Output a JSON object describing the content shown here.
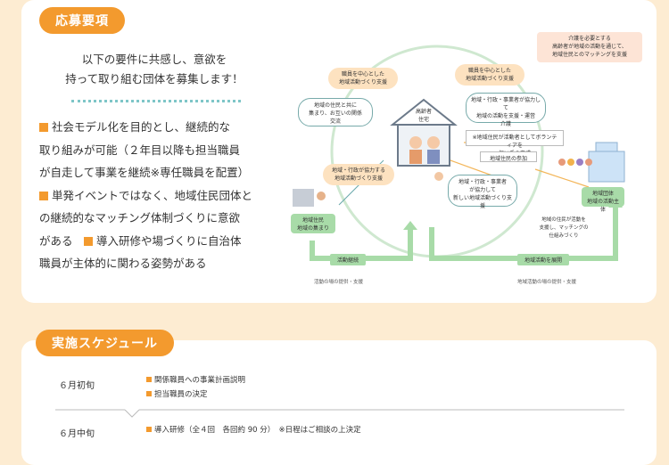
{
  "section1": {
    "heading": "応募要項",
    "intro_line1": "以下の要件に共感し、意欲を",
    "intro_line2": "持って取り組む団体を募集します！",
    "requirements": [
      "社会モデル化を目的とし、継続的な",
      "取り組みが可能（２年目以降も担当職員",
      "が自走して事業を継続※専任職員を配置）",
      "単発イベントではなく、地域住民団体と",
      "の継続的なマッチング体制づくりに意欲",
      "がある",
      "導入研修や場づくりに自治体",
      "職員が主体的に関わる姿勢がある"
    ]
  },
  "diagram": {
    "top_right_note": "介護を必要とする\n高齢者が地域の活動を通じて、\n地域住民とのマッチングを支援",
    "bubble_top_left": "職員を中心とした\n地域活動づくり支援",
    "bubble_top_right": "職員を中心とした\n地域活動づくり支援",
    "bubble_left_mid": "地域の住民と共に\n集まり、お互いの関係\n交流",
    "bubble_center": "地域・行政・事業者が協力して\n地域の活動を支援・運営\n介護",
    "house_label": "高齢者\n住宅",
    "note_mid_right": "※地域住民が活動者としてボランティアを\n担い手の育成",
    "note_mid_right2": "地域住民の参加",
    "bubble_lower_left": "地域・行政が協力する\n地域活動づくり支援",
    "center_box": "地域・行政・事業者\nが協力して\n新しい地域活動づくり支援",
    "left_box": "地域住民\n地域の集まり",
    "right_box": "地域団体\n地域の活動主体",
    "right_note": "地域の住民が活動を\n支援し、マッチングの\n仕組みづくり",
    "arrow_left_label": "活動継続",
    "arrow_right_label": "地域活動を展開",
    "caption_left": "活動の場の提供・支援",
    "caption_right": "地域活動の場の提供・支援"
  },
  "section2": {
    "heading": "実施スケジュール",
    "rows": [
      {
        "date": "６月初旬",
        "items": [
          "関係職員への事業計画説明",
          "担当職員の決定"
        ]
      },
      {
        "date": "６月中旬",
        "items": [
          "導入研修（全４回　各回約 90 分）　※日程はご相談の上決定"
        ]
      }
    ]
  },
  "colors": {
    "background": "#fdecd2",
    "accent": "#f39a2e",
    "teal": "#7ec6c8",
    "green": "#a8dba8"
  }
}
